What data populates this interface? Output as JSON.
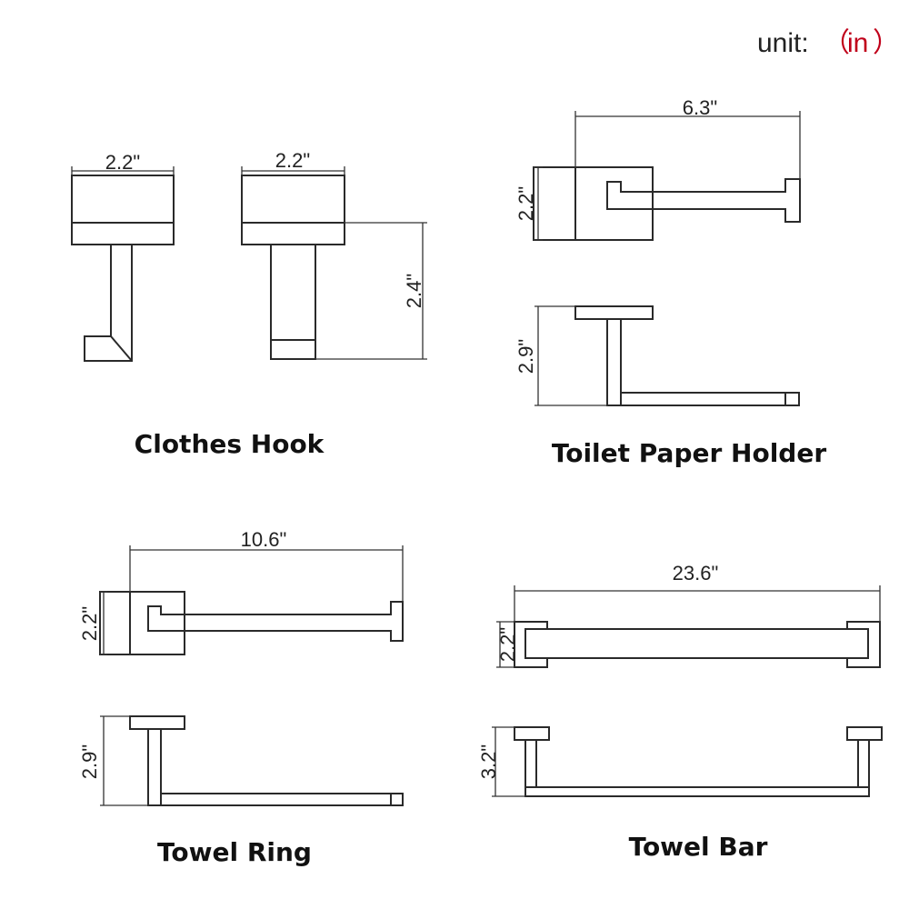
{
  "unit": {
    "label": "unit:",
    "open": "（",
    "value": "in",
    "close": "）"
  },
  "clothes_hook": {
    "title": "Clothes Hook",
    "width_a": "2.2\"",
    "width_b": "2.2\"",
    "height": "2.4\""
  },
  "toilet_paper_holder": {
    "title": "Toilet Paper Holder",
    "length": "6.3\"",
    "width": "2.2\"",
    "height": "2.9\""
  },
  "towel_ring": {
    "title": "Towel Ring",
    "length": "10.6\"",
    "width": "2.2\"",
    "height": "2.9\""
  },
  "towel_bar": {
    "title": "Towel Bar",
    "length": "23.6\"",
    "width": "2.2\"",
    "height": "3.2\""
  },
  "colors": {
    "line": "#2a2a2a",
    "unit_accent": "#c0001a",
    "background": "#ffffff"
  }
}
